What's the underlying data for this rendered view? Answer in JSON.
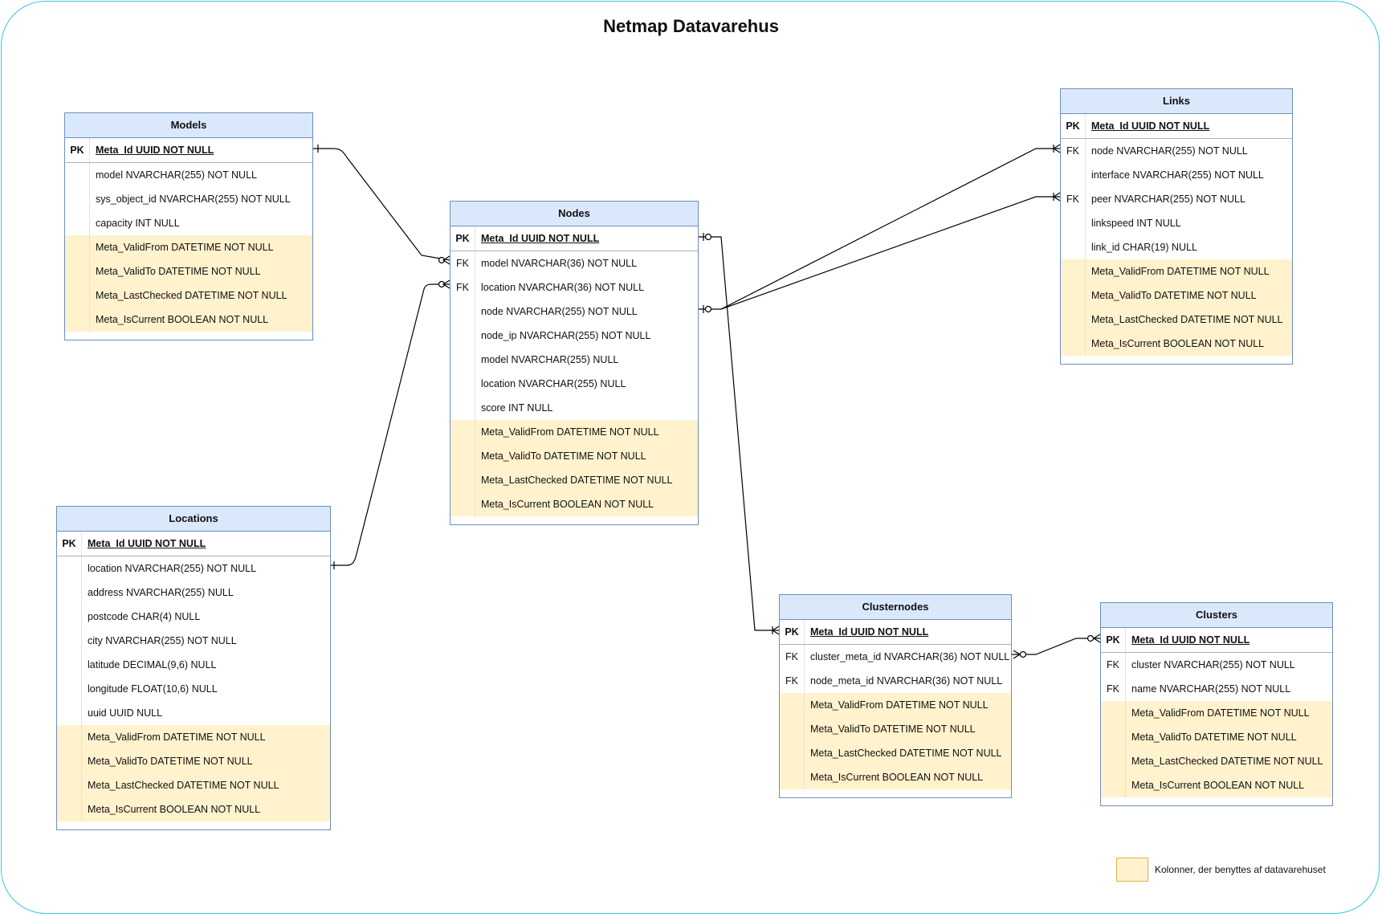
{
  "title": "Netmap Datavarehus",
  "legend": {
    "text": "Kolonner, der benyttes af datavarehuset",
    "color": "#fff2cc"
  },
  "colors": {
    "header": "#dae8fc",
    "border": "#6c8ebf",
    "meta": "#fff2cc",
    "frame": "#38c8e0"
  },
  "tables": {
    "models": {
      "name": "Models",
      "rows": [
        {
          "key": "PK",
          "col": "Meta_Id UUID NOT NULL"
        },
        {
          "key": "",
          "col": "model NVARCHAR(255) NOT NULL"
        },
        {
          "key": "",
          "col": "sys_object_id NVARCHAR(255) NOT NULL"
        },
        {
          "key": "",
          "col": "capacity INT NULL"
        },
        {
          "key": "",
          "col": "Meta_ValidFrom DATETIME NOT NULL"
        },
        {
          "key": "",
          "col": "Meta_ValidTo DATETIME NOT NULL"
        },
        {
          "key": "",
          "col": "Meta_LastChecked DATETIME NOT NULL"
        },
        {
          "key": "",
          "col": "Meta_IsCurrent BOOLEAN NOT NULL"
        }
      ]
    },
    "nodes": {
      "name": "Nodes",
      "rows": [
        {
          "key": "PK",
          "col": "Meta_Id UUID NOT NULL"
        },
        {
          "key": "FK",
          "col": "model NVARCHAR(36) NOT NULL"
        },
        {
          "key": "FK",
          "col": "location NVARCHAR(36) NOT NULL"
        },
        {
          "key": "",
          "col": "node NVARCHAR(255) NOT NULL"
        },
        {
          "key": "",
          "col": "node_ip NVARCHAR(255) NOT NULL"
        },
        {
          "key": "",
          "col": "model NVARCHAR(255) NULL"
        },
        {
          "key": "",
          "col": "location NVARCHAR(255) NULL"
        },
        {
          "key": "",
          "col": "score INT NULL"
        },
        {
          "key": "",
          "col": "Meta_ValidFrom DATETIME NOT NULL"
        },
        {
          "key": "",
          "col": "Meta_ValidTo DATETIME NOT NULL"
        },
        {
          "key": "",
          "col": "Meta_LastChecked DATETIME NOT NULL"
        },
        {
          "key": "",
          "col": "Meta_IsCurrent BOOLEAN NOT NULL"
        }
      ]
    },
    "links": {
      "name": "Links",
      "rows": [
        {
          "key": "PK",
          "col": "Meta_Id UUID NOT NULL"
        },
        {
          "key": "FK",
          "col": "node NVARCHAR(255) NOT NULL"
        },
        {
          "key": "",
          "col": "interface NVARCHAR(255) NOT NULL"
        },
        {
          "key": "FK",
          "col": "peer NVARCHAR(255) NOT NULL"
        },
        {
          "key": "",
          "col": "linkspeed INT NULL"
        },
        {
          "key": "",
          "col": "link_id CHAR(19) NULL"
        },
        {
          "key": "",
          "col": "Meta_ValidFrom DATETIME NOT NULL"
        },
        {
          "key": "",
          "col": "Meta_ValidTo DATETIME NOT NULL"
        },
        {
          "key": "",
          "col": "Meta_LastChecked DATETIME NOT NULL"
        },
        {
          "key": "",
          "col": "Meta_IsCurrent BOOLEAN NOT NULL"
        }
      ]
    },
    "locations": {
      "name": "Locations",
      "rows": [
        {
          "key": "PK",
          "col": "Meta_Id UUID NOT NULL"
        },
        {
          "key": "",
          "col": "location NVARCHAR(255) NOT NULL"
        },
        {
          "key": "",
          "col": "address NVARCHAR(255) NULL"
        },
        {
          "key": "",
          "col": "postcode CHAR(4) NULL"
        },
        {
          "key": "",
          "col": "city NVARCHAR(255) NOT NULL"
        },
        {
          "key": "",
          "col": "latitude DECIMAL(9,6) NULL"
        },
        {
          "key": "",
          "col": "longitude FLOAT(10,6) NULL"
        },
        {
          "key": "",
          "col": "uuid UUID NULL"
        },
        {
          "key": "",
          "col": "Meta_ValidFrom DATETIME NOT NULL"
        },
        {
          "key": "",
          "col": "Meta_ValidTo DATETIME NOT NULL"
        },
        {
          "key": "",
          "col": "Meta_LastChecked DATETIME NOT NULL"
        },
        {
          "key": "",
          "col": "Meta_IsCurrent BOOLEAN NOT NULL"
        }
      ]
    },
    "clusternodes": {
      "name": "Clusternodes",
      "rows": [
        {
          "key": "PK",
          "col": "Meta_Id UUID NOT NULL"
        },
        {
          "key": "FK",
          "col": "cluster_meta_id NVARCHAR(36) NOT NULL"
        },
        {
          "key": "FK",
          "col": "node_meta_id NVARCHAR(36) NOT NULL"
        },
        {
          "key": "",
          "col": "Meta_ValidFrom DATETIME NOT NULL"
        },
        {
          "key": "",
          "col": "Meta_ValidTo DATETIME NOT NULL"
        },
        {
          "key": "",
          "col": "Meta_LastChecked DATETIME NOT NULL"
        },
        {
          "key": "",
          "col": "Meta_IsCurrent BOOLEAN NOT NULL"
        }
      ]
    },
    "clusters": {
      "name": "Clusters",
      "rows": [
        {
          "key": "PK",
          "col": "Meta_Id UUID NOT NULL"
        },
        {
          "key": "FK",
          "col": "cluster NVARCHAR(255) NOT NULL"
        },
        {
          "key": "FK",
          "col": "name NVARCHAR(255) NOT NULL"
        },
        {
          "key": "",
          "col": "Meta_ValidFrom DATETIME NOT NULL"
        },
        {
          "key": "",
          "col": "Meta_ValidTo DATETIME NOT NULL"
        },
        {
          "key": "",
          "col": "Meta_LastChecked DATETIME NOT NULL"
        },
        {
          "key": "",
          "col": "Meta_IsCurrent BOOLEAN NOT NULL"
        }
      ]
    }
  }
}
